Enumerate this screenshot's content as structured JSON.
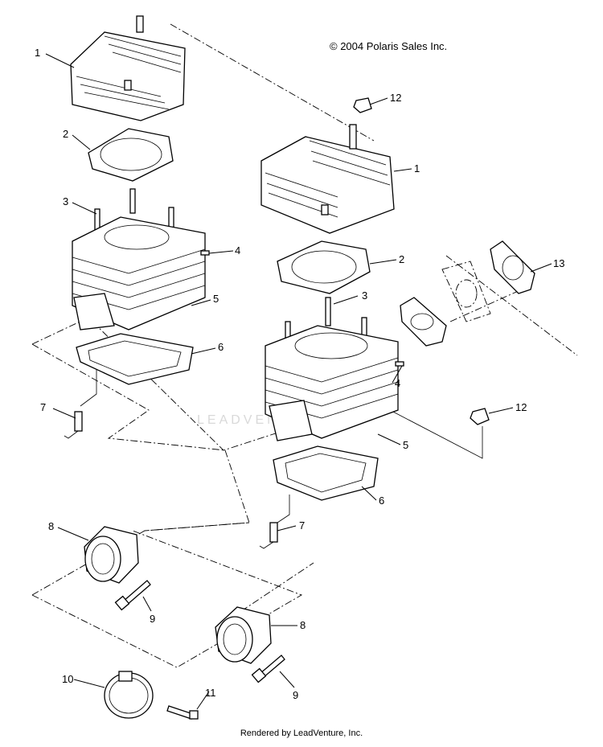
{
  "copyright": "© 2004 Polaris Sales Inc.",
  "footer": "Rendered by LeadVenture, Inc.",
  "watermark": "LEADVENTURE",
  "callouts": [
    "1",
    "2",
    "3",
    "4",
    "5",
    "6",
    "7",
    "8",
    "9",
    "10",
    "11",
    "12",
    "13"
  ]
}
